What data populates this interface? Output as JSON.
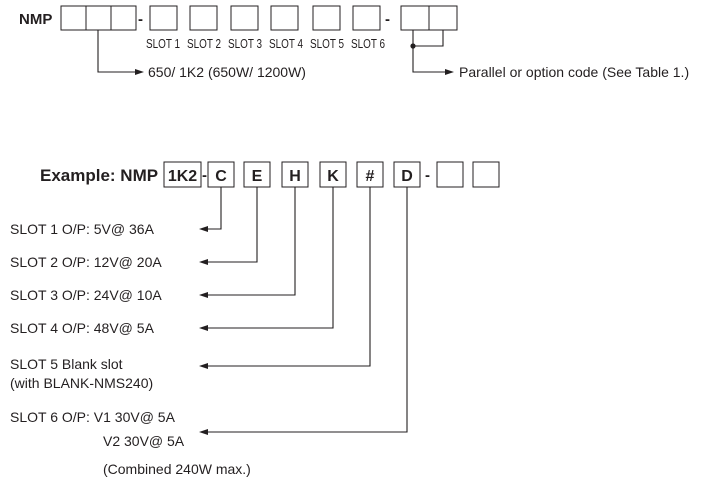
{
  "model_code": {
    "prefix": "NMP",
    "dash": "-",
    "slot_labels": [
      "SLOT 1",
      "SLOT 2",
      "SLOT 3",
      "SLOT 4",
      "SLOT 5",
      "SLOT 6"
    ],
    "power_note": "650/ 1K2 (650W/ 1200W)",
    "option_note": "Parallel or option code (See Table 1.)"
  },
  "example": {
    "label": "Example: NMP",
    "power_code": "1K2",
    "dash": "-",
    "slot_codes": [
      "C",
      "E",
      "H",
      "K",
      "#",
      "D"
    ]
  },
  "slot_descriptions": [
    {
      "lines": [
        "SLOT 1  O/P: 5V@ 36A"
      ]
    },
    {
      "lines": [
        "SLOT 2  O/P: 12V@ 20A"
      ]
    },
    {
      "lines": [
        "SLOT 3  O/P: 24V@ 10A"
      ]
    },
    {
      "lines": [
        "SLOT 4  O/P: 48V@ 5A"
      ]
    },
    {
      "lines": [
        "SLOT 5  Blank slot",
        "(with BLANK-NMS240)"
      ]
    },
    {
      "lines": [
        "SLOT 6  O/P: V1  30V@ 5A",
        "V2  30V@ 5A",
        "(Combined 240W max.)"
      ]
    }
  ]
}
